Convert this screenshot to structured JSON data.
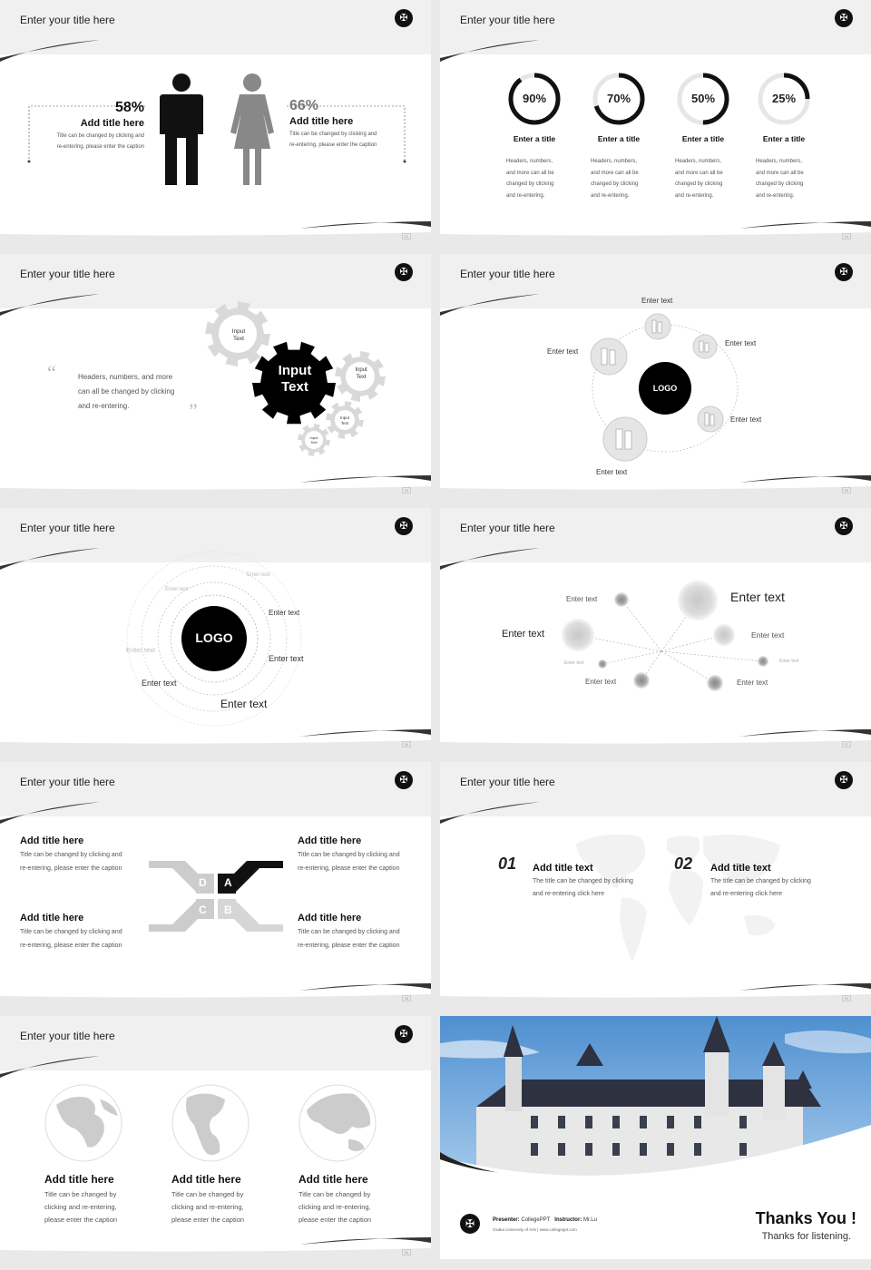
{
  "common": {
    "slide_title": "Enter your title here",
    "logo_glyph": "✠"
  },
  "s1": {
    "left": {
      "pct": "58%",
      "title": "Add title here",
      "cap1": "Title can be changed by clicking and",
      "cap2": "re-entering, please enter the caption"
    },
    "right": {
      "pct": "66%",
      "title": "Add title here",
      "cap1": "Title can be changed by clicking and",
      "cap2": "re-entering, please enter the caption"
    },
    "page": "22"
  },
  "s2": {
    "items": [
      {
        "pct": "90%",
        "value": 0.9,
        "title": "Enter a title",
        "lines": [
          "Headers, numbers,",
          "and more can all be",
          "changed by clicking",
          "and re-entering."
        ]
      },
      {
        "pct": "70%",
        "value": 0.7,
        "title": "Enter a title",
        "lines": [
          "Headers, numbers,",
          "and more can all be",
          "changed by clicking",
          "and re-entering."
        ]
      },
      {
        "pct": "50%",
        "value": 0.5,
        "title": "Enter a title",
        "lines": [
          "Headers, numbers,",
          "and more can all be",
          "changed by clicking",
          "and re-entering."
        ]
      },
      {
        "pct": "25%",
        "value": 0.25,
        "title": "Enter a title",
        "lines": [
          "Headers, numbers,",
          "and more can all be",
          "changed by clicking",
          "and re-entering."
        ]
      }
    ],
    "page": "23"
  },
  "s3": {
    "quote_lines": [
      "Headers, numbers, and more",
      "can all be changed by clicking",
      "and re-entering."
    ],
    "big_gear": [
      "Input",
      "Text"
    ],
    "small_gear": [
      "Input",
      "Text"
    ],
    "page": "24"
  },
  "s4": {
    "center": "LOGO",
    "labels": [
      "Enter text",
      "Enter text",
      "Enter text",
      "Enter text",
      "Enter text"
    ],
    "page": "25"
  },
  "s5": {
    "center": "LOGO",
    "labels": [
      "Enter text",
      "Enter text",
      "Enter text",
      "Enter text",
      "Enter text",
      "Enter text",
      "Enter text",
      "Enter text"
    ],
    "page": "26"
  },
  "s6": {
    "big": "Enter text",
    "left": "Enter text",
    "labels": [
      "Enter text",
      "Enter text",
      "Enter text",
      "Enter text",
      "Enter text",
      "Enter text",
      "Enter text"
    ],
    "page": "27"
  },
  "s7": {
    "blocks": [
      {
        "title": "Add title here",
        "cap1": "Title can be changed by clicking and",
        "cap2": "re-entering, please enter the caption"
      },
      {
        "title": "Add title here",
        "cap1": "Title can be changed by clicking and",
        "cap2": "re-entering, please enter the caption"
      },
      {
        "title": "Add title here",
        "cap1": "Title can be changed by clicking and",
        "cap2": "re-entering, please enter the caption"
      },
      {
        "title": "Add title here",
        "cap1": "Title can be changed by clicking and",
        "cap2": "re-entering, please enter the caption"
      }
    ],
    "letters": [
      "A",
      "B",
      "C",
      "D"
    ],
    "page": "28"
  },
  "s8": {
    "items": [
      {
        "num": "01",
        "title": "Add title text",
        "cap1": "The title can be changed by clicking",
        "cap2": "and re-entering click here"
      },
      {
        "num": "02",
        "title": "Add title text",
        "cap1": "The title can be changed by clicking",
        "cap2": "and re-entering click here"
      }
    ],
    "page": "29"
  },
  "s9": {
    "items": [
      {
        "title": "Add title here",
        "lines": [
          "Title can be changed by",
          "clicking and re-entering,",
          "please enter the caption"
        ]
      },
      {
        "title": "Add title here",
        "lines": [
          "Title can be changed by",
          "clicking and re-entering,",
          "please enter the caption"
        ]
      },
      {
        "title": "Add title here",
        "lines": [
          "Title can be changed by",
          "clicking and re-entering,",
          "please enter the caption"
        ]
      }
    ],
    "page": "30"
  },
  "s10": {
    "presenter_label": "Presenter:",
    "presenter": "CollegePPT",
    "instructor_label": "Instructor:",
    "instructor": "Mr.Lu",
    "org": "Osaka University of Arts",
    "site": "www.collegeppt.com",
    "thanks": "Thanks You !",
    "thanks_sub": "Thanks for listening."
  }
}
